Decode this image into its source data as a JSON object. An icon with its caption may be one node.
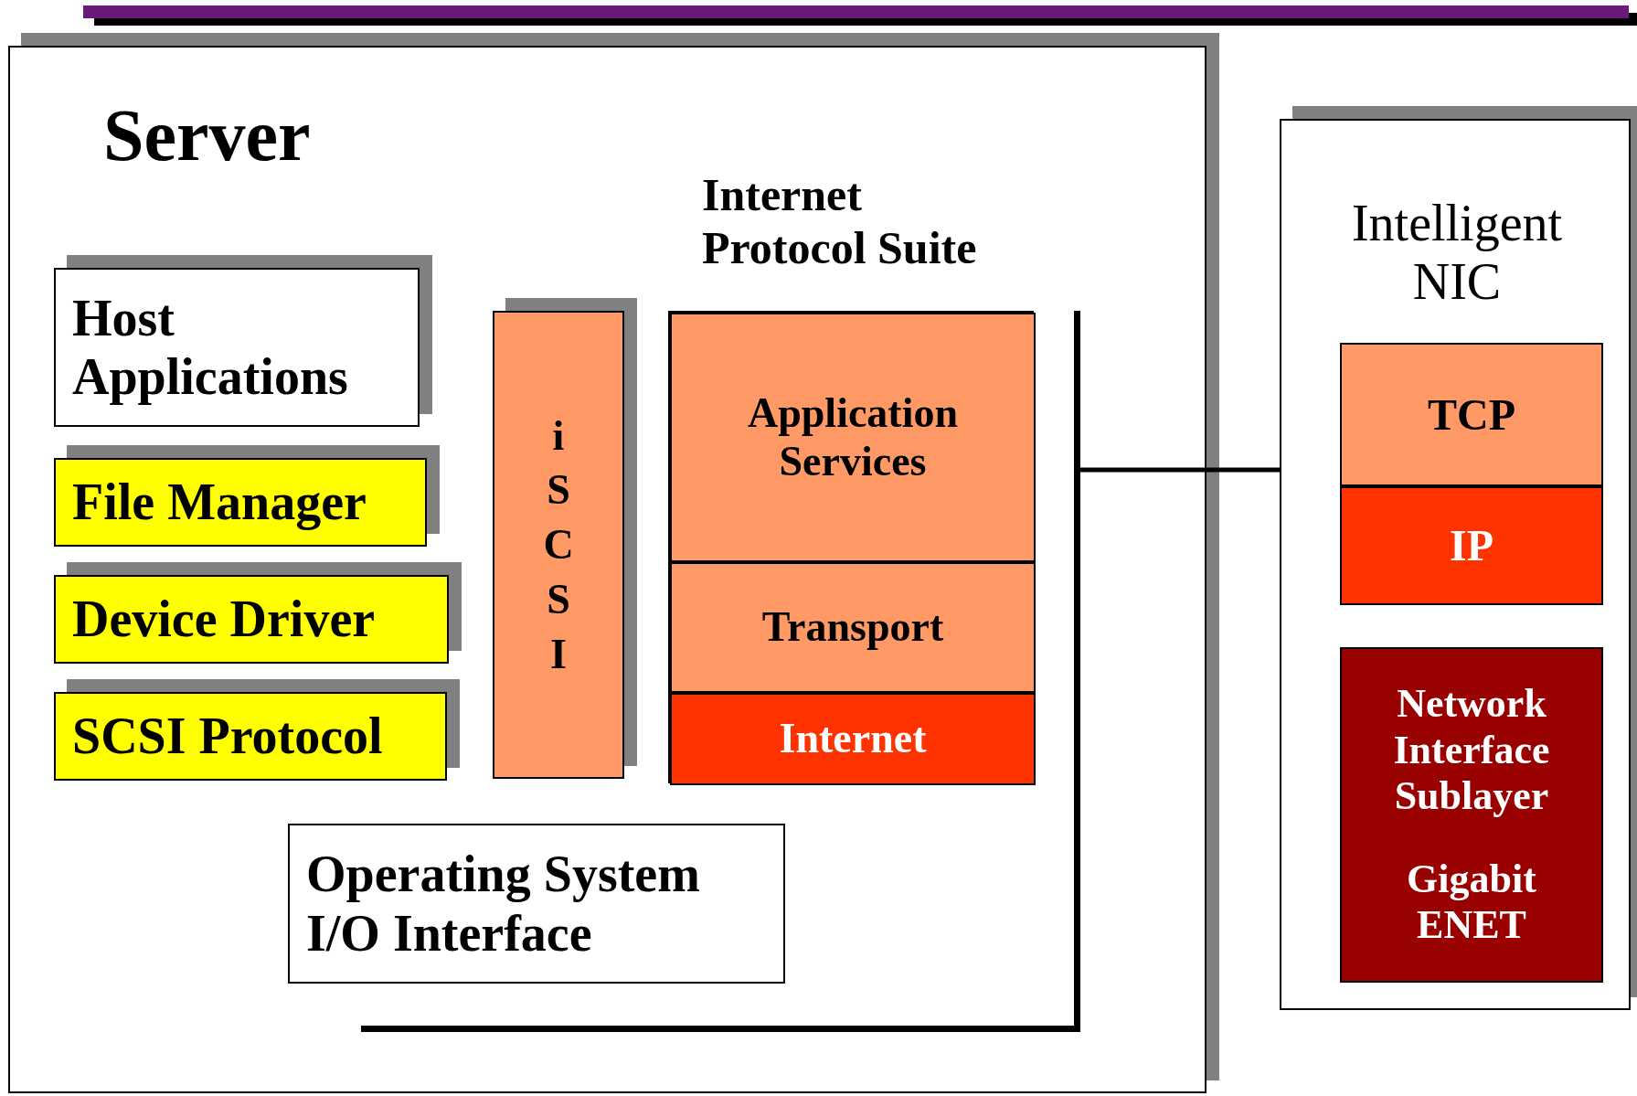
{
  "diagram": {
    "nodes": [
      {
        "text": [
          "Server"
        ]
      },
      {
        "text": [
          "Host Applications"
        ],
        "in": 0
      },
      {
        "text": [
          "File Manager"
        ],
        "in": 0
      },
      {
        "text": [
          "Device Driver"
        ],
        "in": 0
      },
      {
        "text": [
          "SCSI Protocol"
        ],
        "in": 0
      },
      {
        "text": [
          "iSCSI"
        ],
        "in": 0
      },
      {
        "text": [
          "Internet Protocol Suite"
        ],
        "in": 0
      },
      {
        "text": [
          "Application Services"
        ],
        "in": 6
      },
      {
        "text": [
          "Transport"
        ],
        "in": 6
      },
      {
        "text": [
          "Internet"
        ],
        "in": 6
      },
      {
        "text": [
          "Operating System I/O Interface"
        ],
        "in": 0
      },
      {
        "text": [],
        "shape": "bar",
        "in": 0
      },
      {
        "text": [
          "Intelligent NIC"
        ]
      },
      {
        "text": [
          "TCP"
        ],
        "in": 12
      },
      {
        "text": [
          "IP"
        ],
        "in": 12
      },
      {
        "text": [
          "Network Interface Sublayer",
          "Gigabit ENET"
        ],
        "in": 12
      },
      {
        "text": [],
        "shape": "bar"
      },
      {
        "text": [],
        "shape": "bar",
        "in": 0
      }
    ],
    "edges": [
      {
        "from": 11,
        "to": 12,
        "arrow": "none"
      }
    ]
  }
}
